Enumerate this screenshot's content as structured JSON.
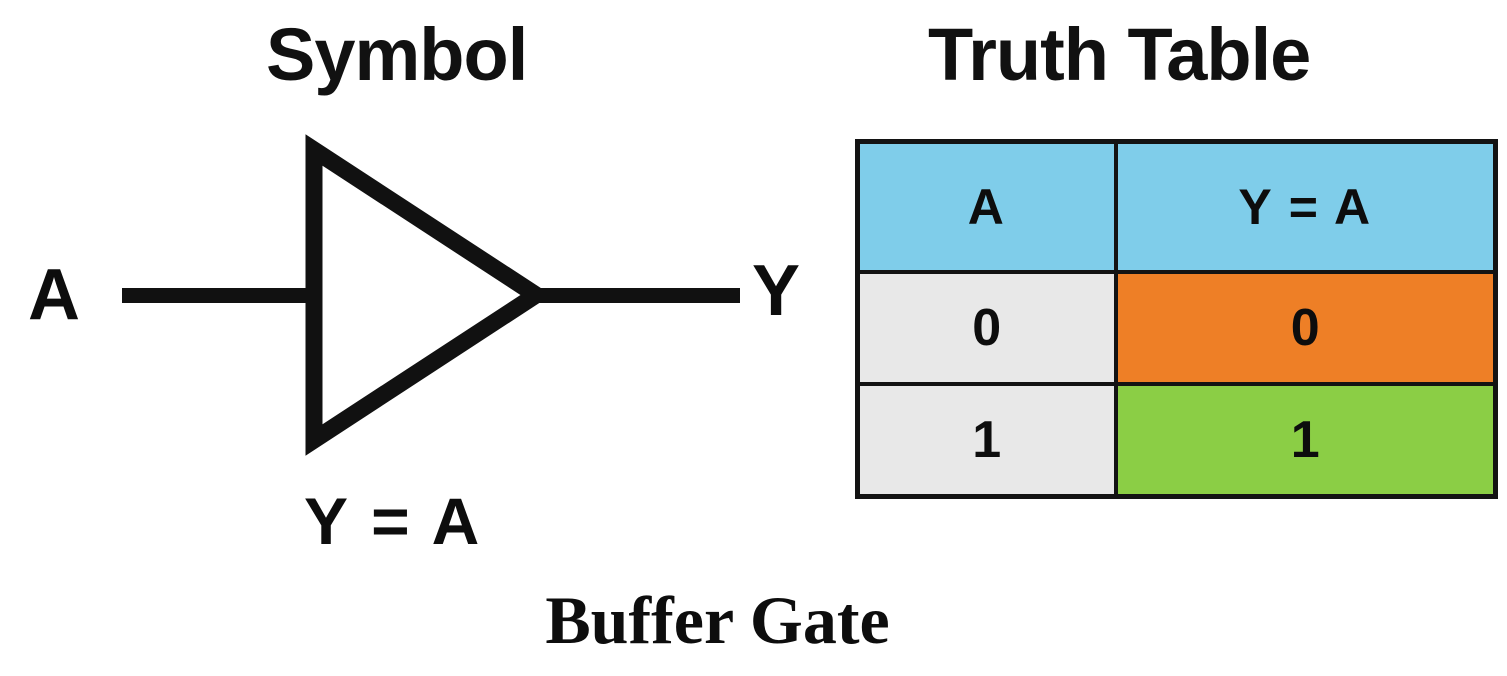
{
  "page": {
    "background_color": "#ffffff",
    "caption": "Buffer Gate"
  },
  "symbol_panel": {
    "title": "Symbol",
    "input_label": "A",
    "output_label": "Y",
    "equation": "Y = A",
    "gate_shape": "buffer-triangle",
    "line_color": "#111111"
  },
  "truth_table_panel": {
    "title": "Truth Table",
    "colors": {
      "header": "#7fcdea",
      "input_cell": "#e8e8e8",
      "output_low": "#ee7f26",
      "output_high": "#8bce45",
      "border": "#131313"
    },
    "columns": [
      "A",
      "Y = A"
    ],
    "rows": [
      {
        "input": "0",
        "output": "0"
      },
      {
        "input": "1",
        "output": "1"
      }
    ]
  },
  "chart_data": {
    "type": "table",
    "title": "Truth Table",
    "columns": [
      "A",
      "Y = A"
    ],
    "rows": [
      [
        "0",
        "0"
      ],
      [
        "1",
        "1"
      ]
    ]
  }
}
